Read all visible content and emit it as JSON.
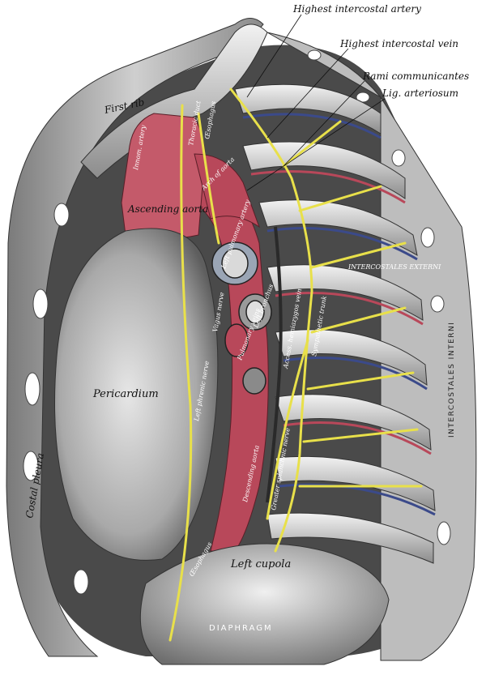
{
  "labels": {
    "highest_intercostal_artery": "Highest intercostal artery",
    "highest_intercostal_vein": "Highest intercostal vein",
    "rami_communicantes": "Rami communicantes",
    "lig_arteriosum": "Lig. arteriosum",
    "first_rib": "First rib",
    "ascending_aorta": "Ascending aorta",
    "arch_of_aorta": "Arch of aorta",
    "left_pulmonary_artery": "Left pulmonary artery",
    "pericardium": "Pericardium",
    "left_phrenic_nerve": "Left phrenic nerve",
    "vagus_nerve": "Vagus nerve",
    "descending_aorta": "Descending aorta",
    "access_hemiazygos_vein": "Access. hemiazygos vein",
    "greater_splanchnic_nerve": "Greater splanchnic nerve",
    "sympathetic_trunk": "Sympathetic trunk",
    "left_cupola": "Left cupola",
    "diaphragm": "DIAPHRAGM",
    "intercostales_interni": "INTERCOSTALES INTERNI",
    "intercostales_externi": "INTERCOSTALES EXTERNI",
    "costal_pleura": "Costal pleura",
    "oesophagus": "Œsophagus",
    "thoracic_duct": "Thoracic duct",
    "innom_artery": "Innom. artery",
    "left_bronchus": "Left bronchus",
    "pulmonary_veins": "Pulmonary veins",
    "oesophagus_lower": "Œsophagus"
  },
  "colors": {
    "artery": "#b8485a",
    "nerve": "#e8e04a",
    "vein": "#3b4a8a",
    "tissue": "#c9c9c9",
    "dark": "#3a3a3a"
  }
}
